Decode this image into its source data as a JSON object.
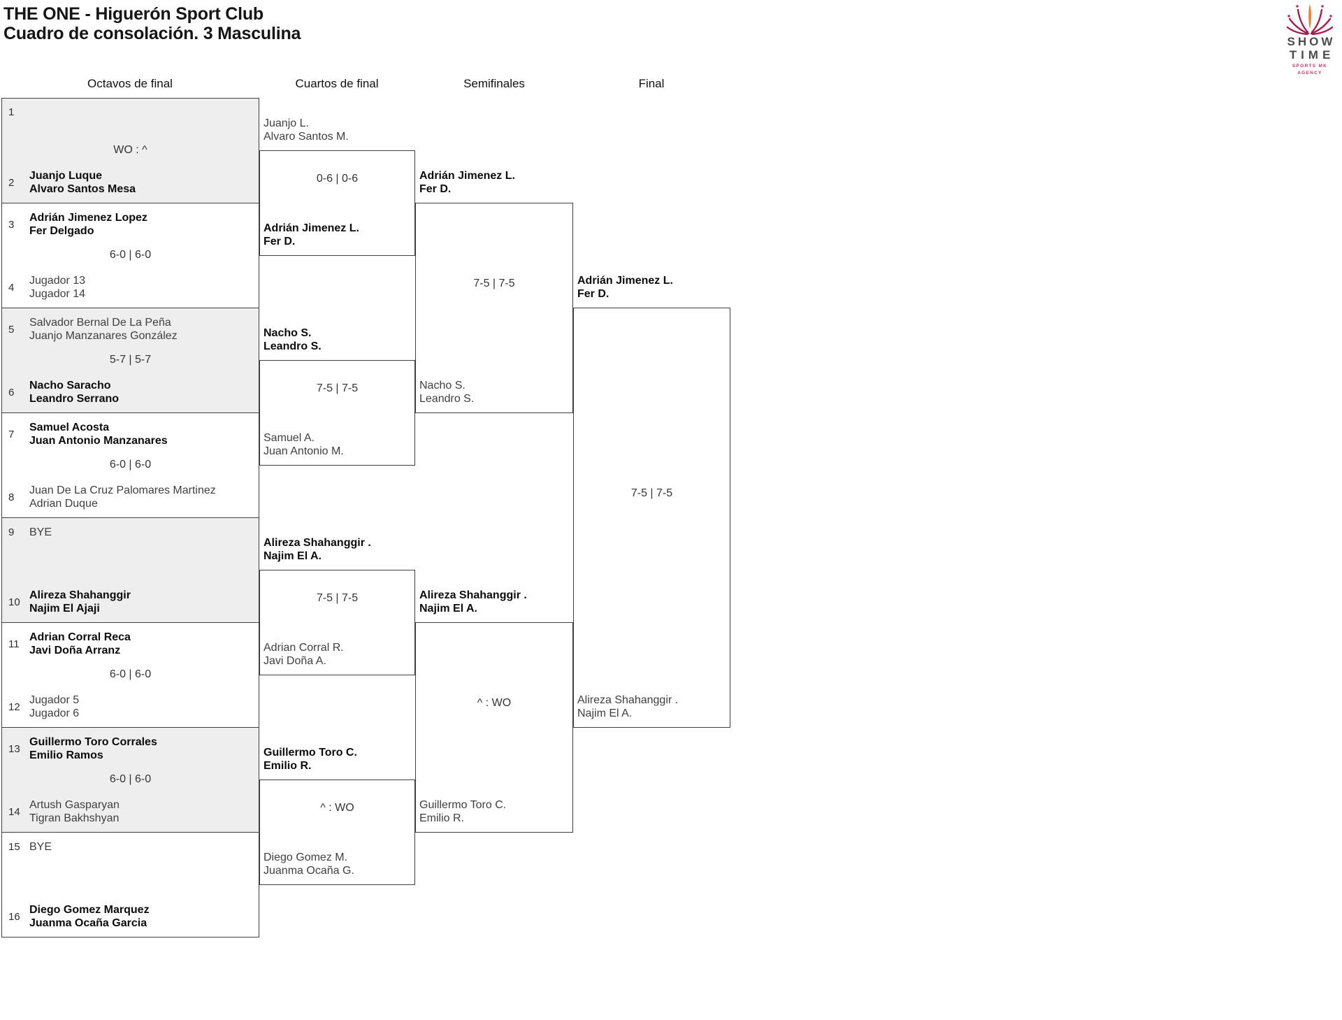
{
  "header": {
    "title_line1": "THE ONE - Higuerón Sport Club",
    "title_line2": "Cuadro de consolación. 3 Masculina"
  },
  "logo": {
    "line1": "SHOW",
    "line2": "TIME",
    "tagline": "SPORTS MK AGENCY"
  },
  "rounds": [
    "Octavos de final",
    "Cuartos de final",
    "Semifinales",
    "Final"
  ],
  "octavos": [
    {
      "shaded": true,
      "top": {
        "seed": "1",
        "lines": [],
        "winner": false
      },
      "score": "WO : ^",
      "bottom": {
        "seed": "2",
        "lines": [
          "Juanjo Luque",
          "Alvaro Santos Mesa"
        ],
        "winner": true
      }
    },
    {
      "shaded": false,
      "top": {
        "seed": "3",
        "lines": [
          "Adrián Jimenez Lopez",
          "Fer Delgado"
        ],
        "winner": true
      },
      "score": "6-0 | 6-0",
      "bottom": {
        "seed": "4",
        "lines": [
          "Jugador 13",
          "Jugador 14"
        ],
        "winner": false
      }
    },
    {
      "shaded": true,
      "top": {
        "seed": "5",
        "lines": [
          "Salvador Bernal De La Peña",
          "Juanjo Manzanares González"
        ],
        "winner": false
      },
      "score": "5-7 | 5-7",
      "bottom": {
        "seed": "6",
        "lines": [
          "Nacho Saracho",
          "Leandro Serrano"
        ],
        "winner": true
      }
    },
    {
      "shaded": false,
      "top": {
        "seed": "7",
        "lines": [
          "Samuel Acosta",
          "Juan Antonio Manzanares"
        ],
        "winner": true
      },
      "score": "6-0 | 6-0",
      "bottom": {
        "seed": "8",
        "lines": [
          "Juan De La Cruz Palomares Martinez",
          "Adrian Duque"
        ],
        "winner": false
      }
    },
    {
      "shaded": true,
      "top": {
        "seed": "9",
        "lines": [
          "BYE"
        ],
        "winner": false
      },
      "score": "",
      "bottom": {
        "seed": "10",
        "lines": [
          "Alireza Shahanggir",
          "Najim El Ajaji"
        ],
        "winner": true
      }
    },
    {
      "shaded": false,
      "top": {
        "seed": "11",
        "lines": [
          "Adrian Corral Reca",
          "Javi Doña Arranz"
        ],
        "winner": true
      },
      "score": "6-0 | 6-0",
      "bottom": {
        "seed": "12",
        "lines": [
          "Jugador 5",
          "Jugador 6"
        ],
        "winner": false
      }
    },
    {
      "shaded": true,
      "top": {
        "seed": "13",
        "lines": [
          "Guillermo Toro Corrales",
          "Emilio Ramos"
        ],
        "winner": true
      },
      "score": "6-0 | 6-0",
      "bottom": {
        "seed": "14",
        "lines": [
          "Artush Gasparyan",
          "Tigran Bakhshyan"
        ],
        "winner": false
      }
    },
    {
      "shaded": false,
      "top": {
        "seed": "15",
        "lines": [
          "BYE"
        ],
        "winner": false
      },
      "score": "",
      "bottom": {
        "seed": "16",
        "lines": [
          "Diego Gomez Marquez",
          "Juanma Ocaña Garcia"
        ],
        "winner": true
      }
    }
  ],
  "cuartos": [
    {
      "top": {
        "lines": [
          "Juanjo L.",
          "Alvaro Santos M."
        ],
        "winner": false
      },
      "score": "0-6 | 0-6",
      "bottom": {
        "lines": [
          "Adrián Jimenez L.",
          "Fer D."
        ],
        "winner": true
      }
    },
    {
      "top": {
        "lines": [
          "Nacho S.",
          "Leandro S."
        ],
        "winner": true
      },
      "score": "7-5 | 7-5",
      "bottom": {
        "lines": [
          "Samuel A.",
          "Juan Antonio M."
        ],
        "winner": false
      }
    },
    {
      "top": {
        "lines": [
          "Alireza Shahanggir .",
          "Najim El A."
        ],
        "winner": true
      },
      "score": "7-5 | 7-5",
      "bottom": {
        "lines": [
          "Adrian Corral R.",
          "Javi Doña A."
        ],
        "winner": false
      }
    },
    {
      "top": {
        "lines": [
          "Guillermo Toro C.",
          "Emilio R."
        ],
        "winner": true
      },
      "score": "^ : WO",
      "bottom": {
        "lines": [
          "Diego Gomez M.",
          "Juanma Ocaña G."
        ],
        "winner": false
      }
    }
  ],
  "semifinales": [
    {
      "top": {
        "lines": [
          "Adrián Jimenez L.",
          "Fer D."
        ],
        "winner": true
      },
      "score": "7-5 | 7-5",
      "bottom": {
        "lines": [
          "Nacho S.",
          "Leandro S."
        ],
        "winner": false
      }
    },
    {
      "top": {
        "lines": [
          "Alireza Shahanggir .",
          "Najim El A."
        ],
        "winner": true
      },
      "score": "^ : WO",
      "bottom": {
        "lines": [
          "Guillermo Toro C.",
          "Emilio R."
        ],
        "winner": false
      }
    }
  ],
  "final": [
    {
      "top": {
        "lines": [
          "Adrián Jimenez L.",
          "Fer D."
        ],
        "winner": true
      },
      "score": "7-5 | 7-5",
      "bottom": {
        "lines": [
          "Alireza Shahanggir .",
          "Najim El A."
        ],
        "winner": false
      }
    }
  ],
  "colors": {
    "shaded_box": "#eeeeee",
    "border": "#3f3f3f",
    "winner_text": "#0c0c0c",
    "loser_text": "#3f3f3f",
    "score_text": "#333333",
    "logo_text": "#4b4b4b",
    "logo_accent": "#a81c4f",
    "logo_flame": "#ef8022"
  }
}
